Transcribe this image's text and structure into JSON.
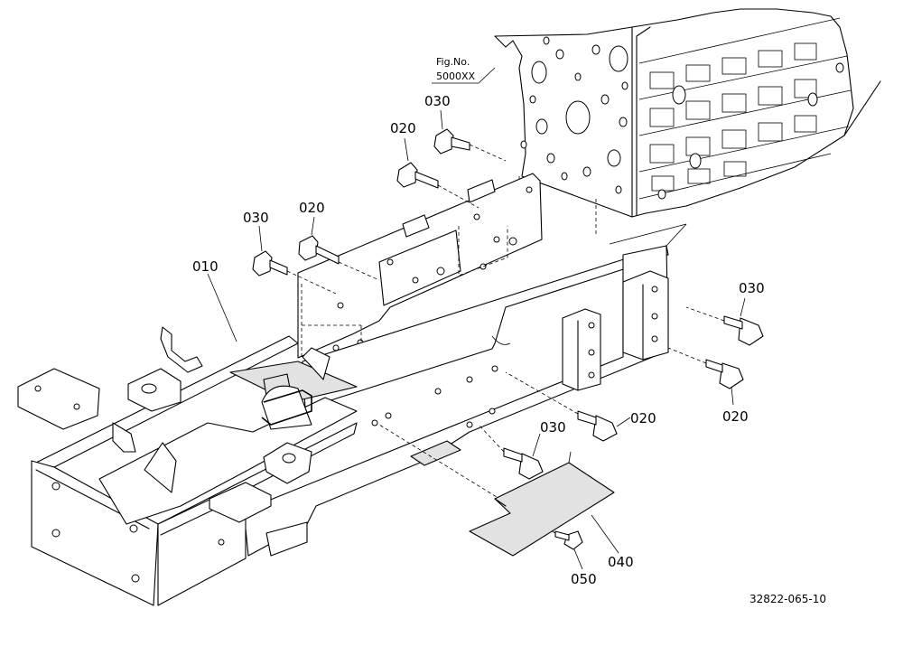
{
  "figure_reference": {
    "line1": "Fig.No.",
    "line2": "5000XX"
  },
  "callouts": {
    "c010": "010",
    "c020_top": "020",
    "c030_top": "030",
    "c020_mid": "020",
    "c030_mid": "030",
    "c030_right": "030",
    "c020_right_low": "020",
    "c020_center": "020",
    "c030_center": "030",
    "c040": "040",
    "c050": "050"
  },
  "drawing_number": "32822-065-10"
}
